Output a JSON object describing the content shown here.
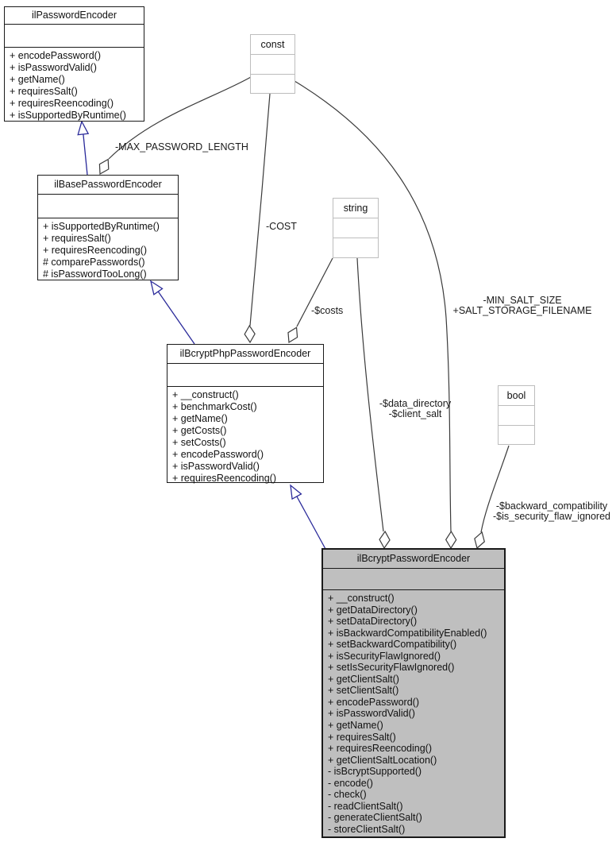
{
  "diagram": {
    "classes": {
      "ilPasswordEncoder": {
        "title": "ilPasswordEncoder",
        "methods": [
          "+ encodePassword()",
          "+ isPasswordValid()",
          "+ getName()",
          "+ requiresSalt()",
          "+ requiresReencoding()",
          "+ isSupportedByRuntime()"
        ]
      },
      "ilBasePasswordEncoder": {
        "title": "ilBasePasswordEncoder",
        "methods": [
          "+ isSupportedByRuntime()",
          "+ requiresSalt()",
          "+ requiresReencoding()",
          "# comparePasswords()",
          "# isPasswordTooLong()"
        ]
      },
      "ilBcryptPhpPasswordEncoder": {
        "title": "ilBcryptPhpPasswordEncoder",
        "methods": [
          "+ __construct()",
          "+ benchmarkCost()",
          "+ getName()",
          "+ getCosts()",
          "+ setCosts()",
          "+ encodePassword()",
          "+ isPasswordValid()",
          "+ requiresReencoding()"
        ]
      },
      "ilBcryptPasswordEncoder": {
        "title": "ilBcryptPasswordEncoder",
        "methods": [
          "+ __construct()",
          "+ getDataDirectory()",
          "+ setDataDirectory()",
          "+ isBackwardCompatibilityEnabled()",
          "+ setBackwardCompatibility()",
          "+ isSecurityFlawIgnored()",
          "+ setIsSecurityFlawIgnored()",
          "+ getClientSalt()",
          "+ setClientSalt()",
          "+ encodePassword()",
          "+ isPasswordValid()",
          "+ getName()",
          "+ requiresSalt()",
          "+ requiresReencoding()",
          "+ getClientSaltLocation()",
          "- isBcryptSupported()",
          "- encode()",
          "- check()",
          "- readClientSalt()",
          "- generateClientSalt()",
          "- storeClientSalt()"
        ]
      },
      "const": {
        "title": "const"
      },
      "string": {
        "title": "string"
      },
      "bool": {
        "title": "bool"
      }
    },
    "edges": {
      "max_password_length": {
        "label": "-MAX_PASSWORD_LENGTH"
      },
      "cost": {
        "label": "-COST"
      },
      "costs": {
        "label": "-$costs"
      },
      "min_salt": {
        "line1": "-MIN_SALT_SIZE",
        "line2": "+SALT_STORAGE_FILENAME"
      },
      "data_directory": {
        "line1": "-$data_directory",
        "line2": "-$client_salt"
      },
      "backward": {
        "line1": "-$backward_compatibility",
        "line2": "-$is_security_flaw_ignored"
      }
    },
    "colors": {
      "node_border": "#1a1a1a",
      "primary_fill": "#bfbfbf",
      "ref_border": "#bdbdbd",
      "edge": "#3a3a3a",
      "inheritance": "#2a2a9a"
    }
  }
}
